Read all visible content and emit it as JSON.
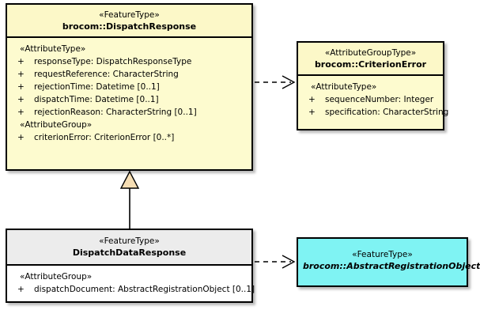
{
  "diagram": {
    "type": "uml-class-diagram",
    "background": "#ffffff",
    "colors": {
      "feature_type_fill": "#fdfbcf",
      "abstract_fill": "#7ff3f3",
      "plain_header_fill": "#ececec",
      "plain_fill": "#ffffff",
      "border": "#000000",
      "generalization_arrow_fill": "#f5ddb3"
    }
  },
  "classes": {
    "dispatch_response": {
      "stereotype": "«FeatureType»",
      "name": "brocom::DispatchResponse",
      "abstract": false,
      "compartments": [
        {
          "group": "«AttributeType»",
          "attributes": [
            {
              "visibility": "+",
              "text": "responseType: DispatchResponseType"
            },
            {
              "visibility": "+",
              "text": "requestReference: CharacterString"
            },
            {
              "visibility": "+",
              "text": "rejectionTime: Datetime [0..1]"
            },
            {
              "visibility": "+",
              "text": "dispatchTime: Datetime [0..1]"
            },
            {
              "visibility": "+",
              "text": "rejectionReason: CharacterString [0..1]"
            }
          ]
        },
        {
          "group": "«AttributeGroup»",
          "attributes": [
            {
              "visibility": "+",
              "text": "criterionError: CriterionError [0..*]"
            }
          ]
        }
      ]
    },
    "criterion_error": {
      "stereotype": "«AttributeGroupType»",
      "name": "brocom::CriterionError",
      "abstract": false,
      "compartments": [
        {
          "group": "«AttributeType»",
          "attributes": [
            {
              "visibility": "+",
              "text": "sequenceNumber: Integer"
            },
            {
              "visibility": "+",
              "text": "specification: CharacterString"
            }
          ]
        }
      ]
    },
    "dispatch_data_response": {
      "stereotype": "«FeatureType»",
      "name": "DispatchDataResponse",
      "abstract": false,
      "compartments": [
        {
          "group": "«AttributeGroup»",
          "attributes": [
            {
              "visibility": "+",
              "text": "dispatchDocument: AbstractRegistrationObject [0..1]"
            }
          ]
        }
      ]
    },
    "abstract_registration_object": {
      "stereotype": "«FeatureType»",
      "name": "brocom::AbstractRegistrationObject",
      "abstract": true,
      "compartments": []
    }
  },
  "relationships": [
    {
      "kind": "dependency",
      "style": "dashed-open-arrow",
      "from": "dispatch_response",
      "to": "criterion_error",
      "label": ""
    },
    {
      "kind": "generalization",
      "style": "solid-hollow-triangle",
      "from": "dispatch_data_response",
      "to": "dispatch_response",
      "label": ""
    },
    {
      "kind": "dependency",
      "style": "dashed-open-arrow",
      "from": "dispatch_data_response",
      "to": "abstract_registration_object",
      "label": ""
    }
  ]
}
